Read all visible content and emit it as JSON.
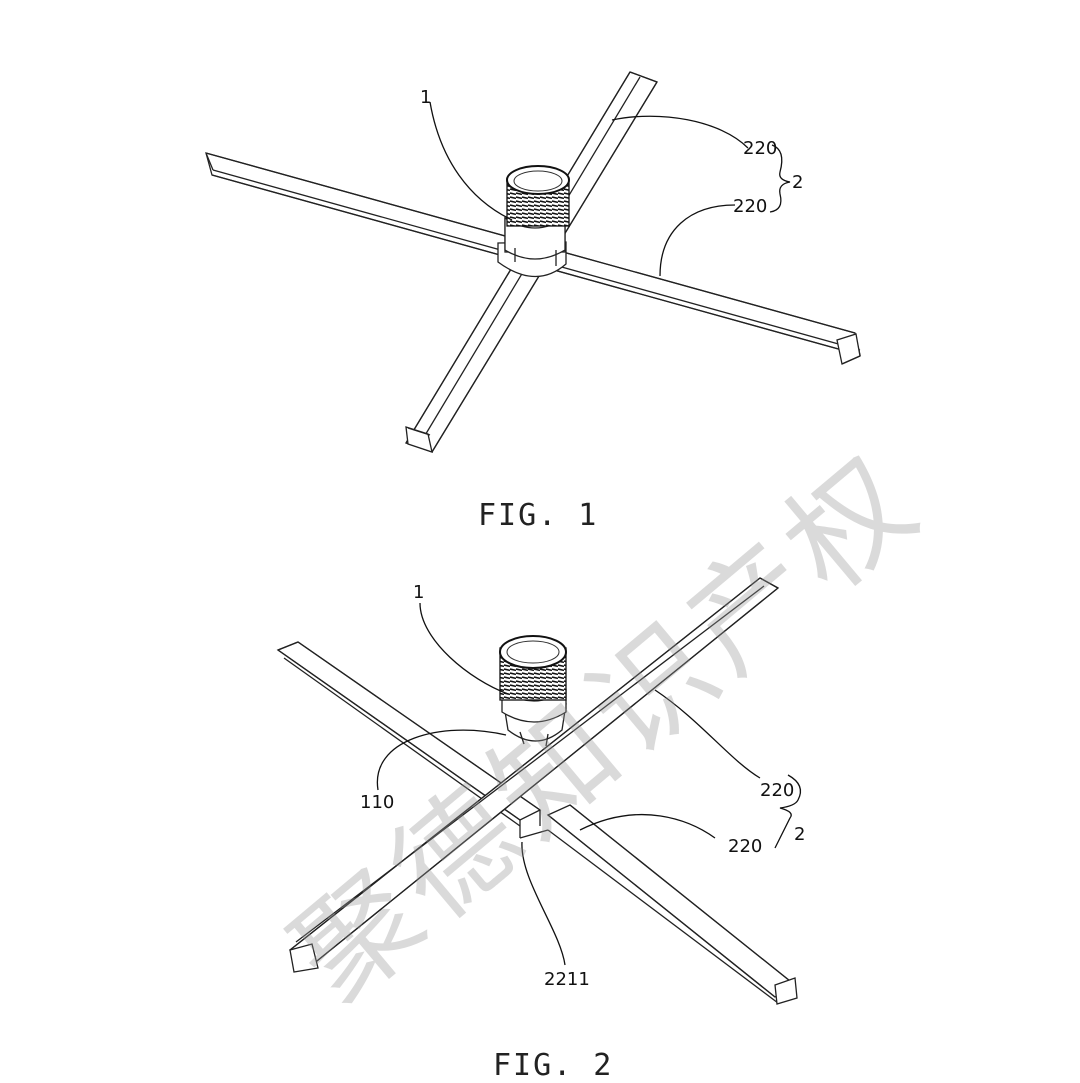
{
  "figures": [
    {
      "caption": "FIG. 1",
      "labels": {
        "connector": "1",
        "tube_a": "220",
        "tube_b": "220",
        "assembly": "2"
      }
    },
    {
      "caption": "FIG. 2",
      "labels": {
        "connector": "1",
        "notch": "110",
        "tube_a": "220",
        "tube_b": "220",
        "assembly": "2",
        "slot": "2211"
      }
    }
  ],
  "watermark": "聚德知识产权"
}
